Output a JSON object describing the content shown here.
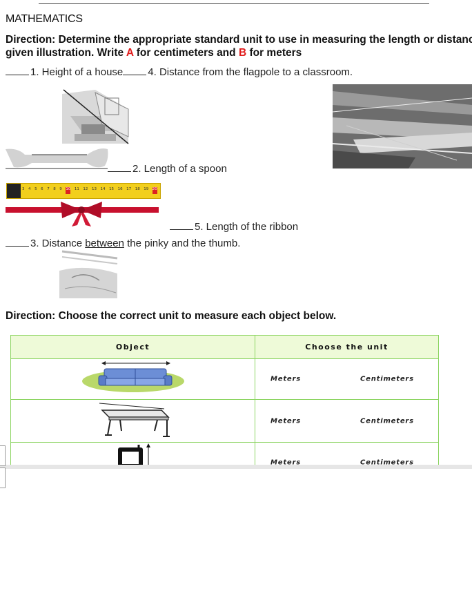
{
  "subject": "MATHEMATICS",
  "direction1": {
    "part1": "Direction: Determine the appropriate standard unit to use in measuring the length or distance of t",
    "part2a": "given illustration. Write ",
    "letter_a": "A",
    "part2b": " for centimeters and ",
    "letter_b": "B",
    "part2c": " for meters"
  },
  "items": {
    "i1": "1. Height of a house",
    "i4": "4. Distance from the flagpole to a classroom.",
    "i2": "2. Length of a spoon",
    "i5": "5. Length of the ribbon",
    "i3_pre": "3. Distance ",
    "i3_under": "between",
    "i3_post": " the pinky and the thumb."
  },
  "tape_numbers": [
    "3",
    "4",
    "5",
    "6",
    "7",
    "8",
    "9",
    "10",
    "11",
    "12",
    "13",
    "14",
    "15",
    "16",
    "17",
    "18",
    "19",
    "20"
  ],
  "direction2": "Direction: Choose the correct unit to measure each object below.",
  "table": {
    "headers": [
      "Object",
      "Choose the unit"
    ],
    "rows": [
      {
        "object_icon": "sofa-icon",
        "option1": "Meters",
        "option2": "Centimeters"
      },
      {
        "object_icon": "table-icon",
        "option1": "Meters",
        "option2": "Centimeters"
      },
      {
        "object_icon": "phone-icon",
        "option1": "Meters",
        "option2": "Centimeters"
      }
    ]
  },
  "colors": {
    "accent_red": "#e01b1b",
    "table_border": "#8bd460",
    "header_bg": "#eefad8",
    "tape_yellow": "#f2cf1d",
    "ribbon_red": "#c8102e"
  }
}
